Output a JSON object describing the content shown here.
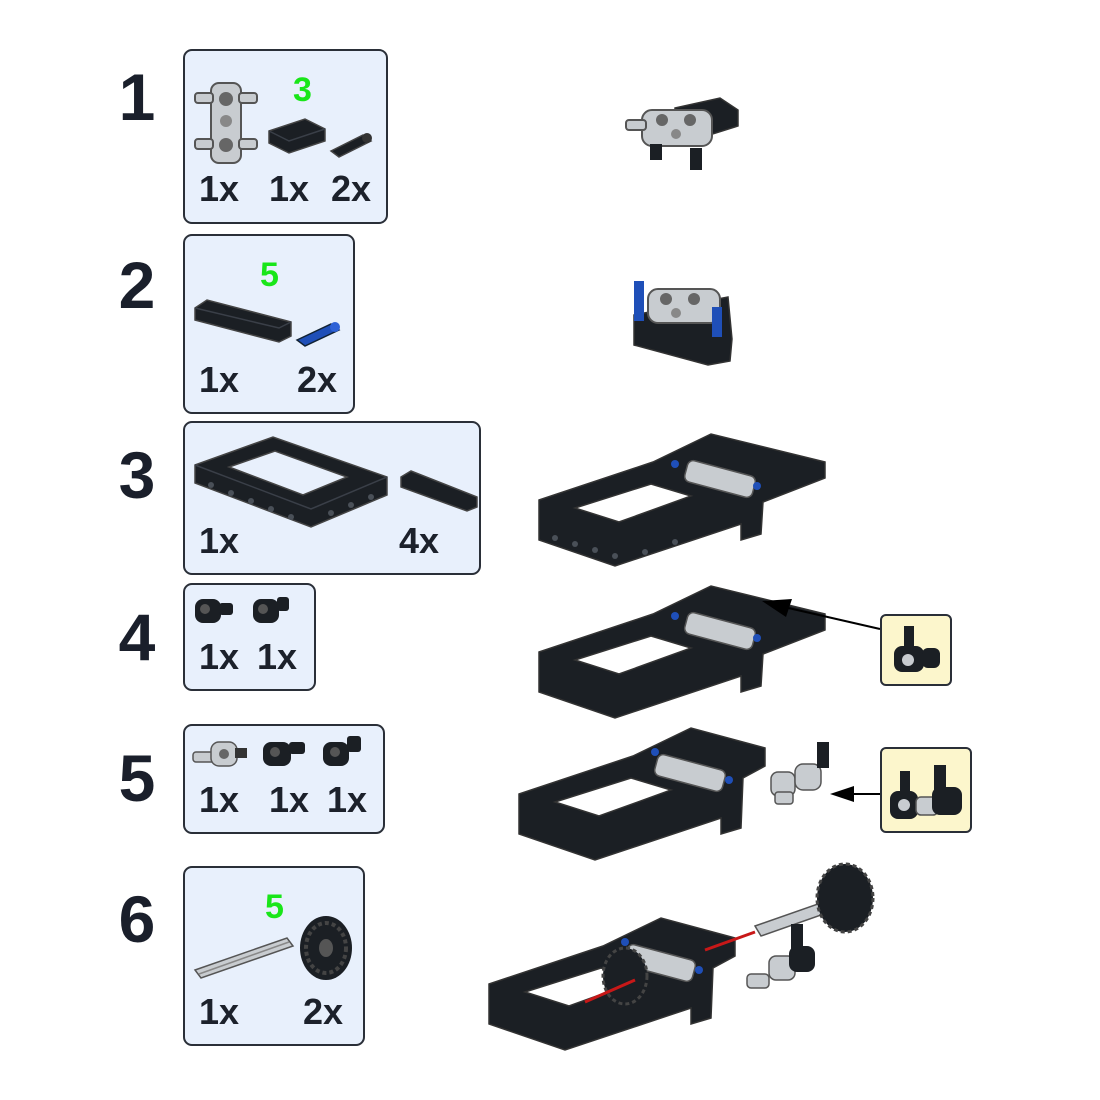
{
  "steps": [
    {
      "number": "1",
      "length_label": "3",
      "quantities": [
        "1x",
        "1x",
        "2x"
      ]
    },
    {
      "number": "2",
      "length_label": "5",
      "quantities": [
        "1x",
        "2x"
      ]
    },
    {
      "number": "3",
      "quantities": [
        "1x",
        "4x"
      ]
    },
    {
      "number": "4",
      "quantities": [
        "1x",
        "1x"
      ]
    },
    {
      "number": "5",
      "quantities": [
        "1x",
        "1x",
        "1x"
      ]
    },
    {
      "number": "6",
      "length_label": "5",
      "quantities": [
        "1x",
        "2x"
      ]
    }
  ],
  "colors": {
    "panel_bg": "#e8f0fc",
    "callout_bg": "#fcf6cc",
    "length_label": "#19e619",
    "brick_black": "#1b1f24",
    "brick_gray": "#c8ccd0",
    "pin_blue": "#1f4fb8",
    "axle_red": "#c81818"
  }
}
